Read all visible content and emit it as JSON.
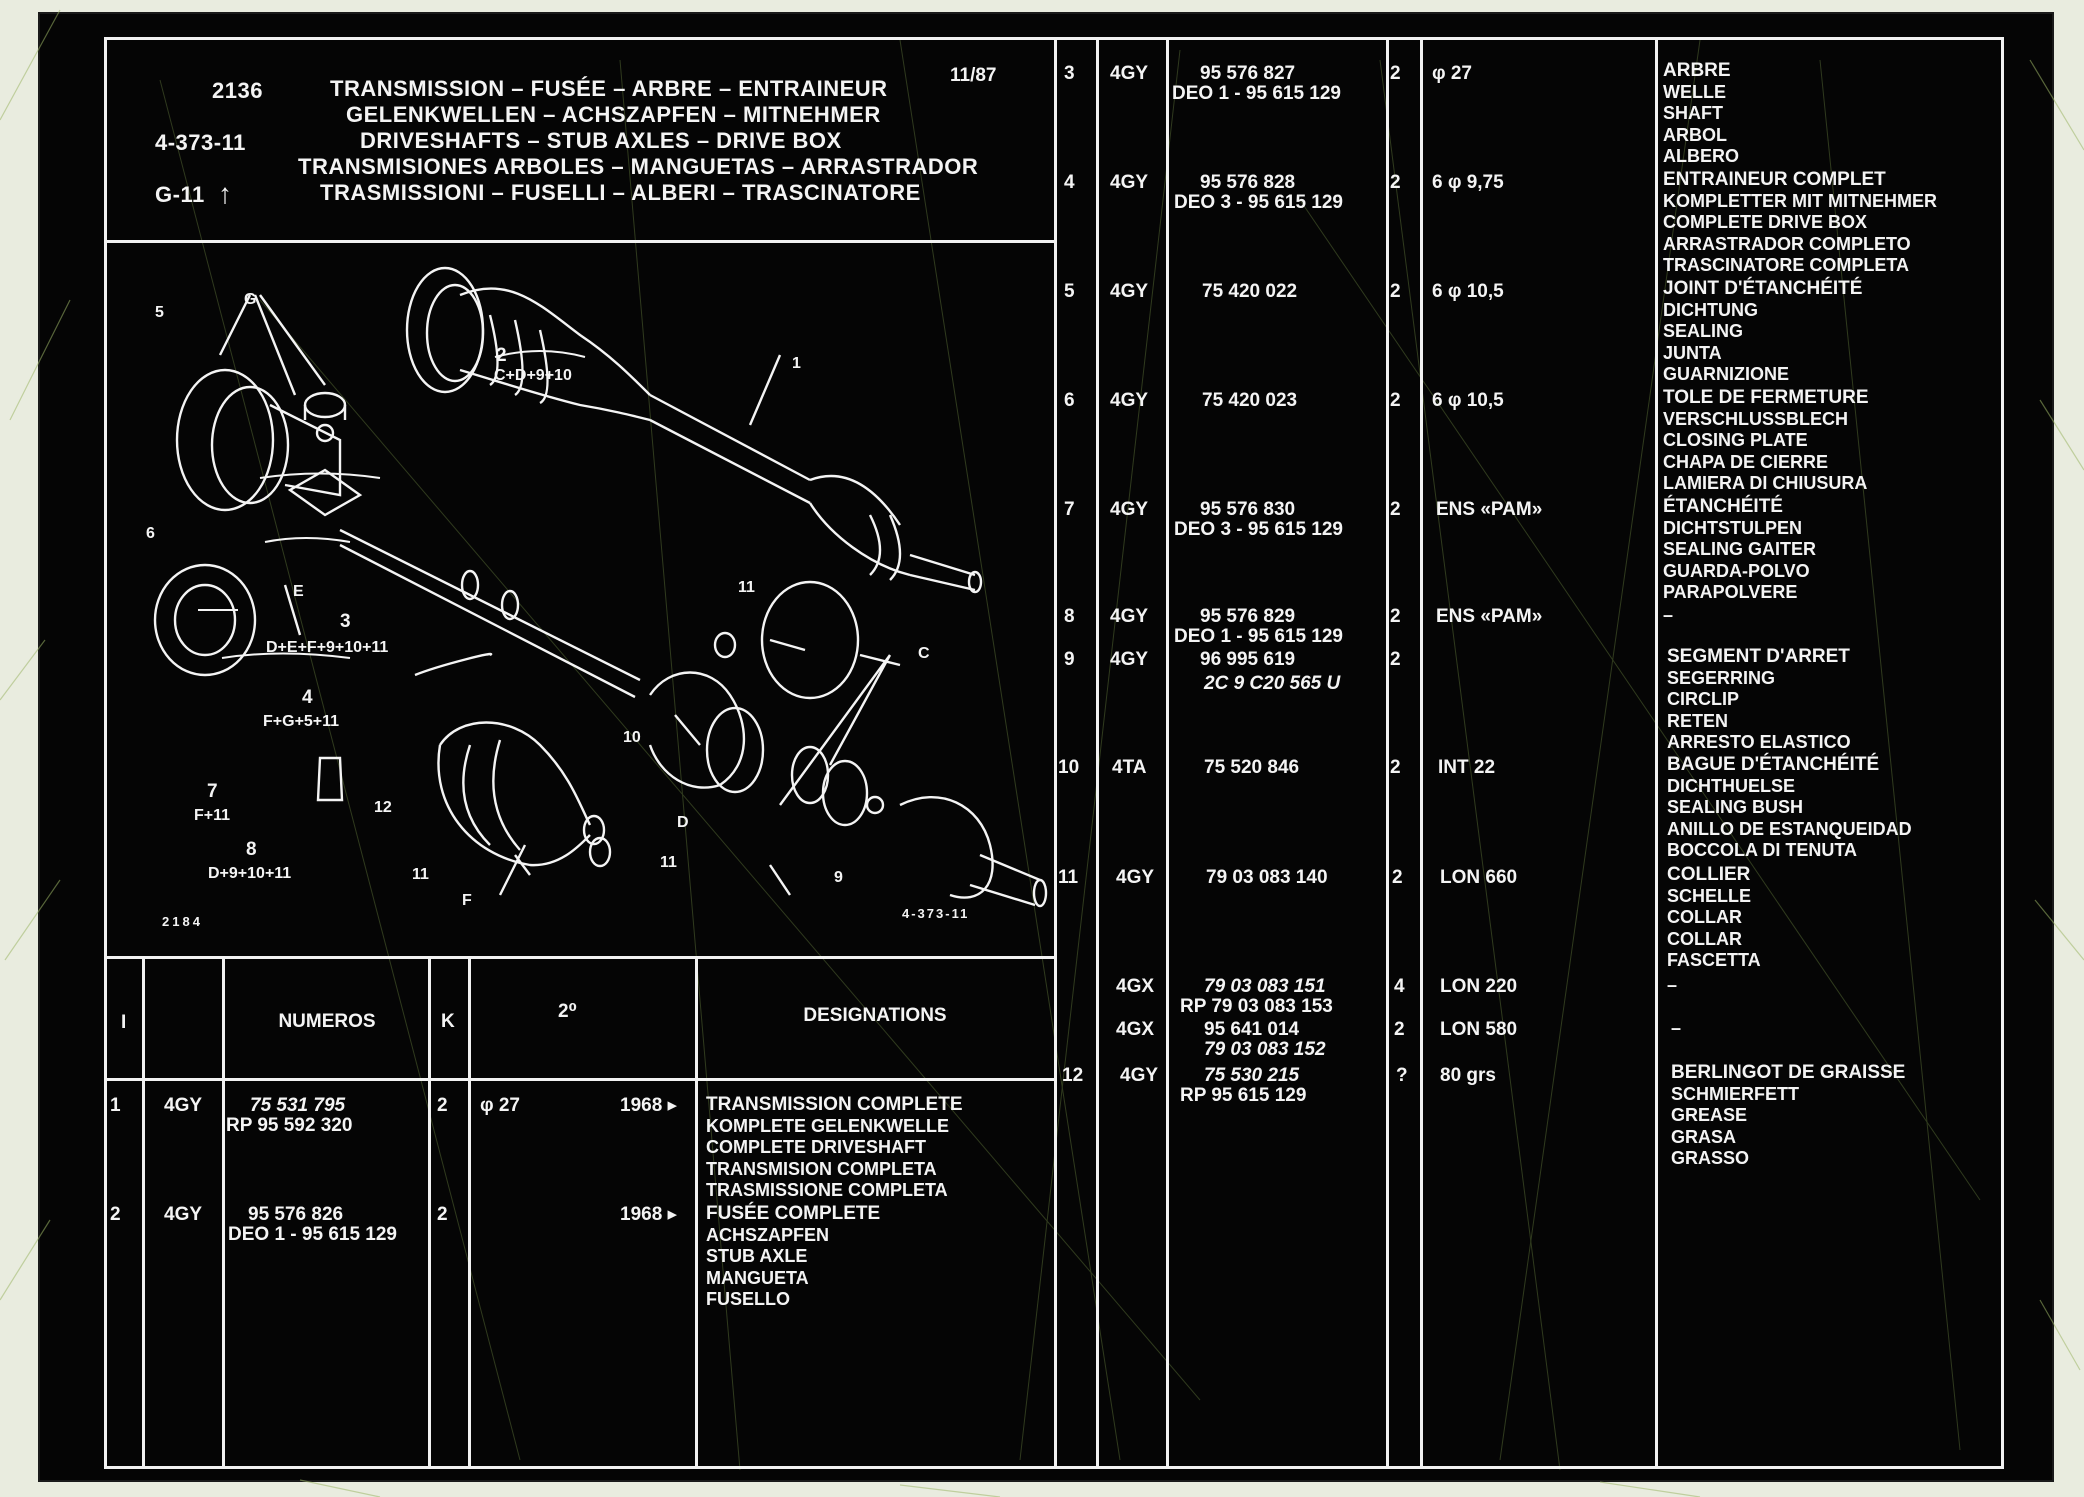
{
  "header": {
    "page_no": "2136",
    "ref": "4-373-11",
    "group": "G-11",
    "group_arrow": "↑",
    "date": "11/87",
    "titles": [
      "TRANSMISSION – FUSÉE – ARBRE – ENTRAINEUR",
      "GELENKWELLEN – ACHSZAPFEN – MITNEHMER",
      "DRIVESHAFTS – STUB AXLES – DRIVE BOX",
      "TRANSMISIONES ARBOLES – MANGUETAS – ARRASTRADOR",
      "TRASMISSIONI – FUSELLI – ALBERI – TRASCINATORE"
    ]
  },
  "diagram": {
    "image_code": "2184",
    "ref_code": "4-373-11",
    "kits": [
      {
        "no": "2",
        "formula": "C+D+9+10"
      },
      {
        "no": "3",
        "formula": "D+E+F+9+10+11"
      },
      {
        "no": "4",
        "formula": "F+G+5+11"
      },
      {
        "no": "7",
        "formula": "F+11"
      },
      {
        "no": "8",
        "formula": "D+9+10+11"
      }
    ],
    "callouts": [
      "1",
      "5",
      "G",
      "6",
      "E",
      "11",
      "10",
      "C",
      "D",
      "9",
      "12",
      "11",
      "F",
      "11"
    ]
  },
  "columns": {
    "index": "I",
    "numeros": "NUMEROS",
    "k": "K",
    "second": "2⁰",
    "designations": "DESIGNATIONS"
  },
  "left_rows": [
    {
      "idx": "1",
      "type": "4GY",
      "numbers": [
        "75 531 795",
        "RP 95 592 320"
      ],
      "qty": "2",
      "spec": "φ 27",
      "from": "1968 ▸",
      "designations": [
        "TRANSMISSION COMPLETE",
        "KOMPLETE GELENKWELLE",
        "COMPLETE DRIVESHAFT",
        "TRANSMISION COMPLETA",
        "TRASMISSIONE COMPLETA"
      ]
    },
    {
      "idx": "2",
      "type": "4GY",
      "numbers": [
        "95 576 826",
        "DEO 1 - 95 615 129"
      ],
      "qty": "2",
      "spec": "",
      "from": "1968 ▸",
      "designations": [
        "FUSÉE COMPLETE",
        "ACHSZAPFEN",
        "STUB AXLE",
        "MANGUETA",
        "FUSELLO"
      ]
    }
  ],
  "right_rows": [
    {
      "idx": "3",
      "type": "4GY",
      "numbers": [
        "95 576 827",
        "DEO 1 - 95 615 129"
      ],
      "qty": "2",
      "spec": "φ 27",
      "designations": [
        "ARBRE",
        "WELLE",
        "SHAFT",
        "ARBOL",
        "ALBERO"
      ]
    },
    {
      "idx": "4",
      "type": "4GY",
      "numbers": [
        "95 576 828",
        "DEO 3 - 95 615 129"
      ],
      "qty": "2",
      "spec": "6 φ 9,75",
      "designations": [
        "ENTRAINEUR COMPLET",
        "KOMPLETTER MIT MITNEHMER",
        "COMPLETE DRIVE BOX",
        "ARRASTRADOR COMPLETO",
        "TRASCINATORE COMPLETA"
      ]
    },
    {
      "idx": "5",
      "type": "4GY",
      "numbers": [
        "75 420 022"
      ],
      "qty": "2",
      "spec": "6 φ 10,5",
      "designations": [
        "JOINT D'ÉTANCHÉITÉ",
        "DICHTUNG",
        "SEALING",
        "JUNTA",
        "GUARNIZIONE"
      ]
    },
    {
      "idx": "6",
      "type": "4GY",
      "numbers": [
        "75 420 023"
      ],
      "qty": "2",
      "spec": "6 φ 10,5",
      "designations": [
        "TOLE DE FERMETURE",
        "VERSCHLUSSBLECH",
        "CLOSING PLATE",
        "CHAPA DE CIERRE",
        "LAMIERA DI CHIUSURA"
      ]
    },
    {
      "idx": "7",
      "type": "4GY",
      "numbers": [
        "95 576 830",
        "DEO 3 - 95 615 129"
      ],
      "qty": "2",
      "spec": "ENS «PAM»",
      "designations": [
        "ÉTANCHÉITÉ",
        "DICHTSTULPEN",
        "SEALING GAITER",
        "GUARDA-POLVO",
        "PARAPOLVERE"
      ]
    },
    {
      "idx": "8",
      "type": "4GY",
      "numbers": [
        "95 576 829",
        "DEO 1 - 95 615 129"
      ],
      "qty": "2",
      "spec": "ENS «PAM»",
      "designations": [
        "–"
      ]
    },
    {
      "idx": "9",
      "type": "4GY",
      "numbers": [
        "96 995 619",
        "2C 9 C20 565 U"
      ],
      "qty": "2",
      "spec": "",
      "designations": [
        "SEGMENT D'ARRET",
        "SEGERRING",
        "CIRCLIP",
        "RETEN",
        "ARRESTO ELASTICO"
      ]
    },
    {
      "idx": "10",
      "type": "4TA",
      "numbers": [
        "75 520 846"
      ],
      "qty": "2",
      "spec": "INT 22",
      "designations": [
        "BAGUE D'ÉTANCHÉITÉ",
        "DICHTHUELSE",
        "SEALING BUSH",
        "ANILLO DE ESTANQUEIDAD",
        "BOCCOLA DI TENUTA"
      ]
    },
    {
      "idx": "11",
      "type": "4GY",
      "numbers": [
        "79 03 083 140"
      ],
      "qty": "2",
      "spec": "LON 660",
      "designations": [
        "COLLIER",
        "SCHELLE",
        "COLLAR",
        "COLLAR",
        "FASCETTA"
      ]
    },
    {
      "idx": "",
      "type": "4GX",
      "numbers": [
        "79 03 083 151",
        "RP 79 03 083 153"
      ],
      "qty": "4",
      "spec": "LON 220",
      "designations": [
        "–"
      ]
    },
    {
      "idx": "",
      "type": "4GX",
      "numbers": [
        "95 641 014",
        "79 03 083 152"
      ],
      "qty": "2",
      "spec": "LON 580",
      "designations": [
        "–"
      ]
    },
    {
      "idx": "12",
      "type": "4GY",
      "numbers": [
        "75 530 215",
        "RP 95 615 129"
      ],
      "qty": "?",
      "spec": "80 grs",
      "designations": [
        "BERLINGOT DE GRAISSE",
        "SCHMIERFETT",
        "GREASE",
        "GRASA",
        "GRASSO"
      ]
    }
  ],
  "colors": {
    "background": "#050505",
    "ink": "#f2f2f2",
    "paper": "#e9ecdf",
    "scratch": "#8fae55"
  }
}
